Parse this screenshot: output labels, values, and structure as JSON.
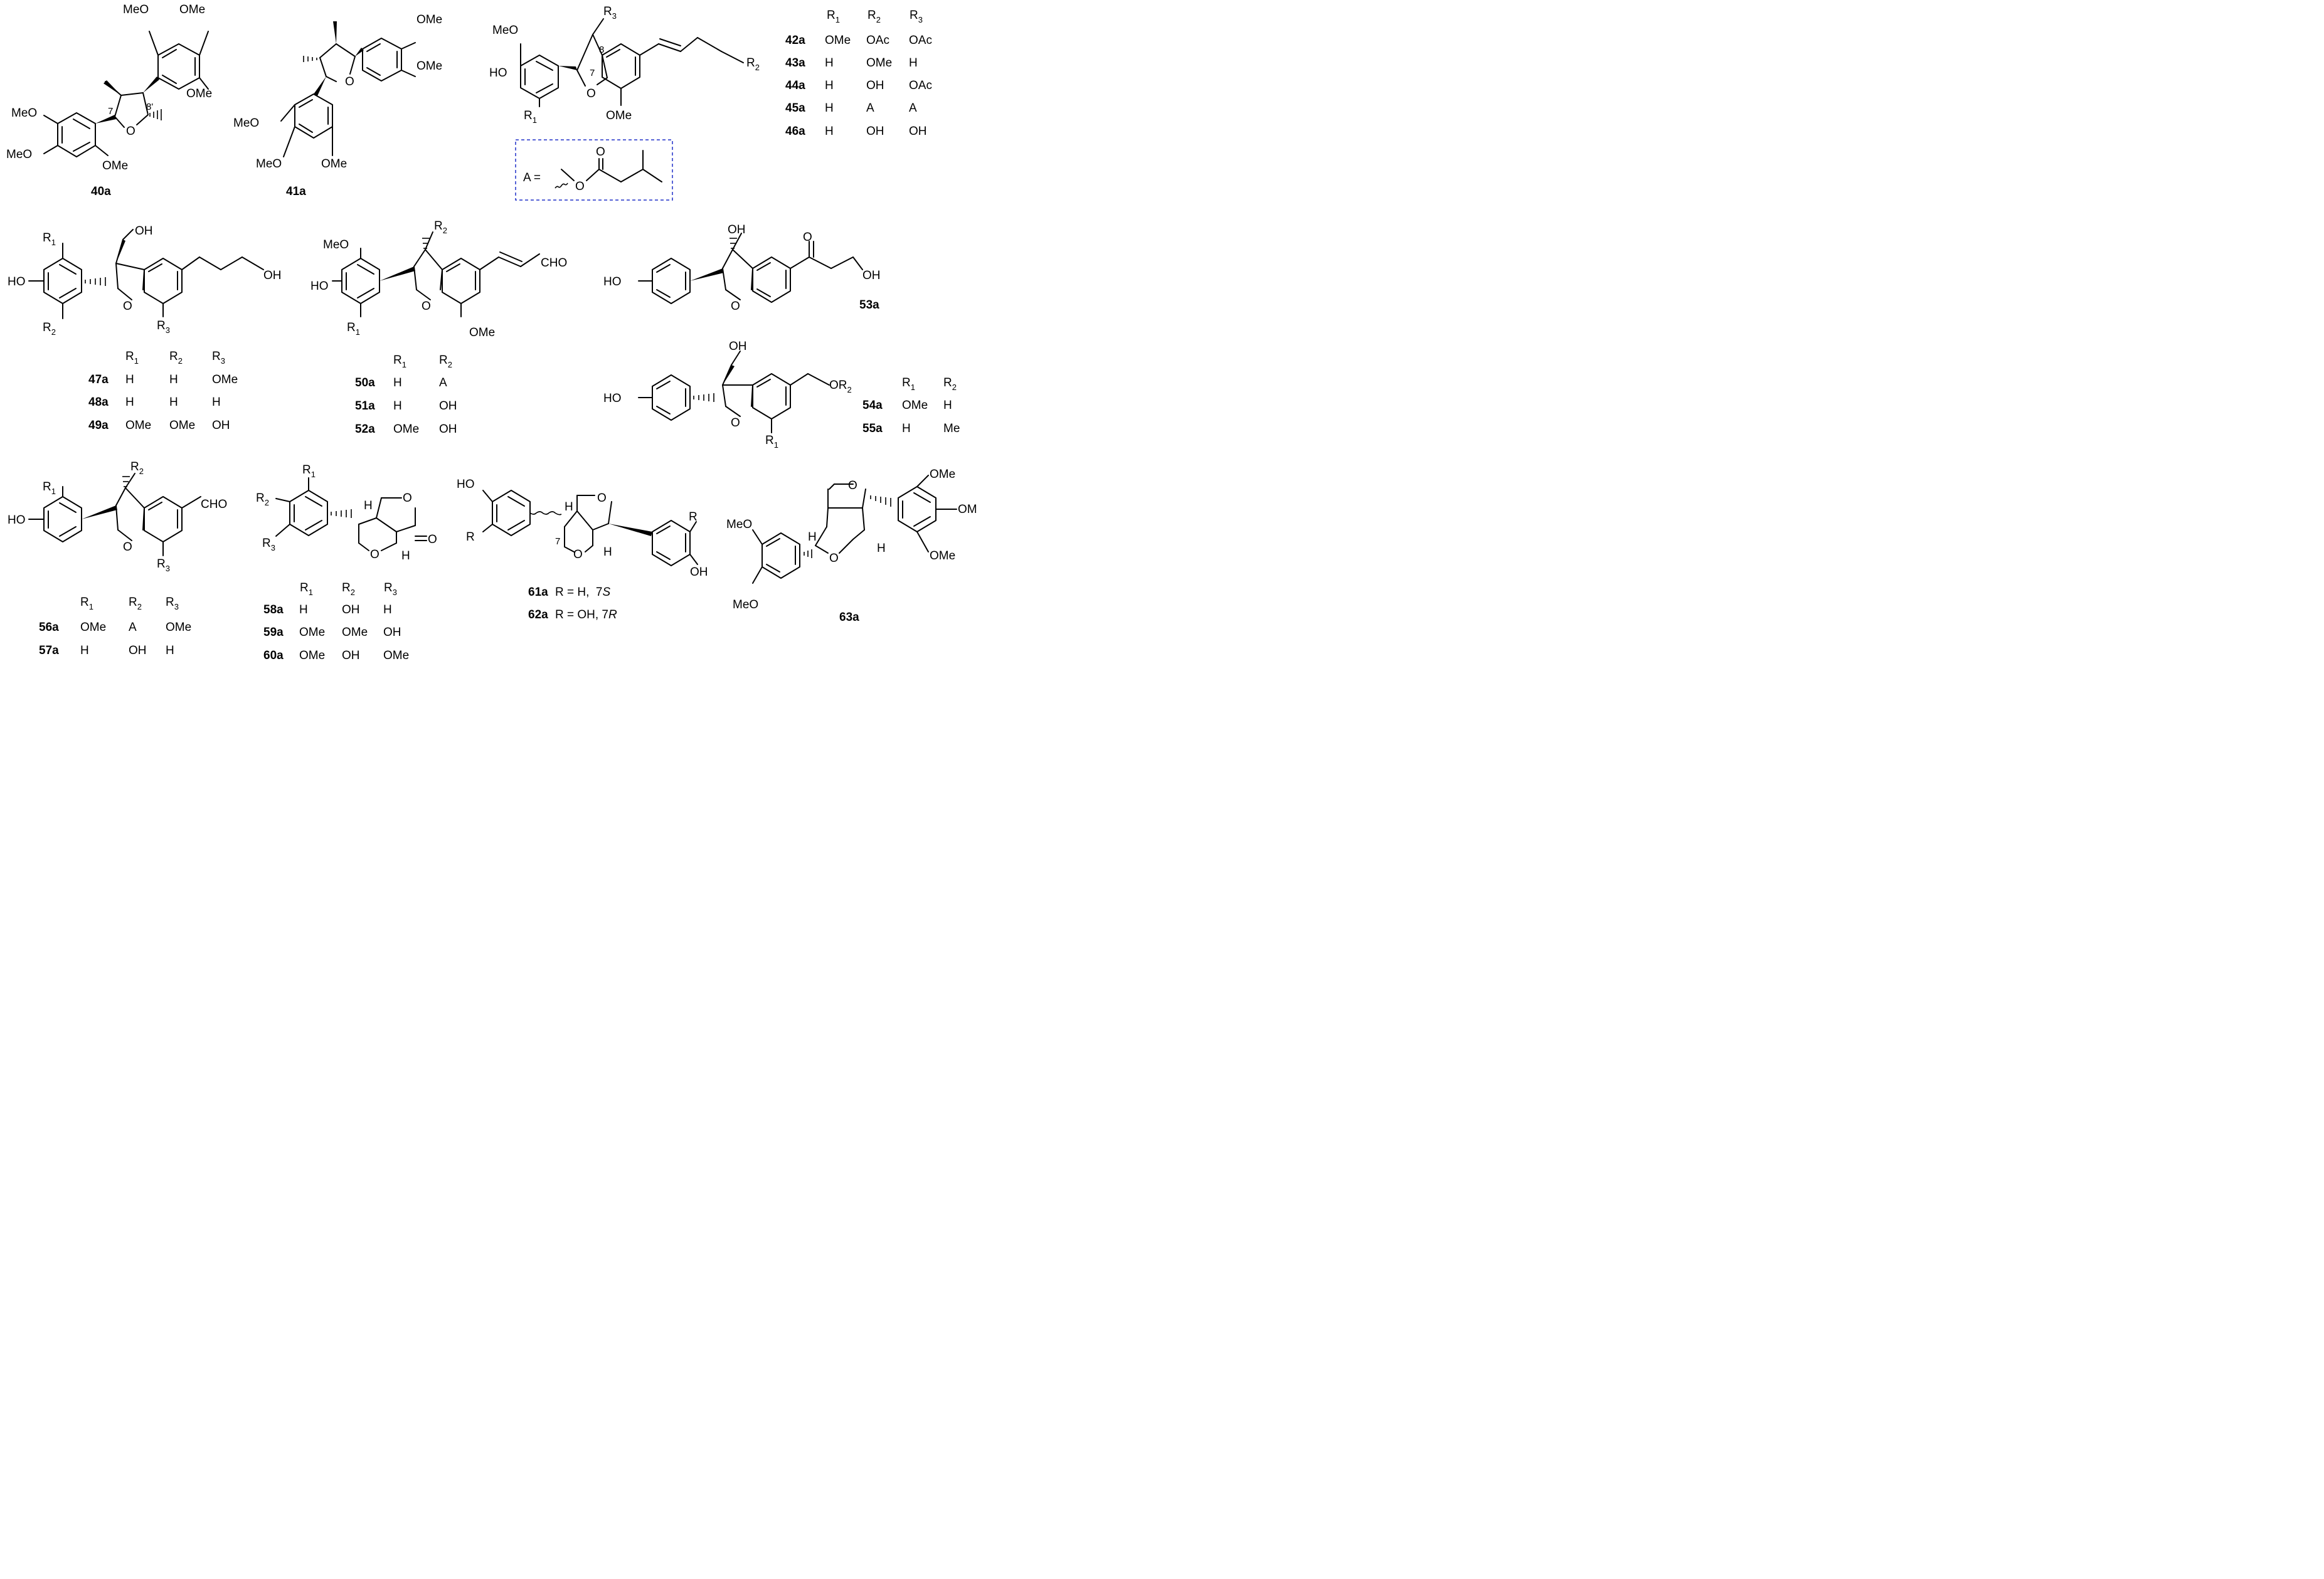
{
  "compounds": {
    "c40a": {
      "label": "40a",
      "atoms": {
        "meo_a": "MeO",
        "ome_a": "OMe",
        "ome_b": "OMe",
        "meo_b": "MeO",
        "meo_c": "MeO",
        "ome_c": "OMe",
        "o_ring": "O",
        "pos7": "7",
        "pos8p": "8'"
      }
    },
    "c41a": {
      "label": "41a",
      "atoms": {
        "ome_a": "OMe",
        "ome_b": "OMe",
        "o_ring": "O",
        "meo_a": "MeO",
        "meo_b": "MeO",
        "ome_c": "OMe"
      }
    },
    "c42_46": {
      "atoms": {
        "meo": "MeO",
        "ho": "HO",
        "r1": "R",
        "r2": "R",
        "r3": "R",
        "o_ring": "O",
        "ome": "OMe",
        "pos7": "7",
        "pos8": "8"
      },
      "table": {
        "headers": [
          "R",
          "R",
          "R"
        ],
        "header_subs": [
          "1",
          "2",
          "3"
        ],
        "rows": [
          {
            "label": "42a",
            "cells": [
              "OMe",
              "OAc",
              "OAc"
            ]
          },
          {
            "label": "43a",
            "cells": [
              "H",
              "OMe",
              "H"
            ]
          },
          {
            "label": "44a",
            "cells": [
              "H",
              "OH",
              "OAc"
            ]
          },
          {
            "label": "45a",
            "cells": [
              "H",
              "A",
              "A"
            ]
          },
          {
            "label": "46a",
            "cells": [
              "H",
              "OH",
              "OH"
            ]
          }
        ]
      }
    },
    "group_a": {
      "label": "A =",
      "o_carbonyl": "O",
      "o_ester": "O",
      "border_color": "#1f2ec8"
    },
    "c47_49": {
      "atoms": {
        "oh": "OH",
        "ho": "HO",
        "r1": "R",
        "r2": "R",
        "r3": "R",
        "o_ring": "O",
        "oh_chain": "OH"
      },
      "table": {
        "headers": [
          "R",
          "R",
          "R"
        ],
        "header_subs": [
          "1",
          "2",
          "3"
        ],
        "rows": [
          {
            "label": "47a",
            "cells": [
              "H",
              "H",
              "OMe"
            ]
          },
          {
            "label": "48a",
            "cells": [
              "H",
              "H",
              "H"
            ]
          },
          {
            "label": "49a",
            "cells": [
              "OMe",
              "OMe",
              "OH"
            ]
          }
        ]
      }
    },
    "c50_52": {
      "atoms": {
        "meo": "MeO",
        "ho": "HO",
        "r1": "R",
        "r2": "R",
        "o_ring": "O",
        "ome": "OMe",
        "cho": "CHO"
      },
      "table": {
        "headers": [
          "R",
          "R"
        ],
        "header_subs": [
          "1",
          "2"
        ],
        "rows": [
          {
            "label": "50a",
            "cells": [
              "H",
              "A"
            ]
          },
          {
            "label": "51a",
            "cells": [
              "H",
              "OH"
            ]
          },
          {
            "label": "52a",
            "cells": [
              "OMe",
              "OH"
            ]
          }
        ]
      }
    },
    "c53a": {
      "label": "53a",
      "atoms": {
        "oh": "OH",
        "ho": "HO",
        "o_ring": "O",
        "o_keto": "O",
        "oh_chain": "OH"
      }
    },
    "c54_55": {
      "atoms": {
        "oh": "OH",
        "ho": "HO",
        "o_ring": "O",
        "or2": "OR",
        "r1": "R"
      },
      "table": {
        "headers": [
          "R",
          "R"
        ],
        "header_subs": [
          "1",
          "2"
        ],
        "rows": [
          {
            "label": "54a",
            "cells": [
              "OMe",
              "H"
            ]
          },
          {
            "label": "55a",
            "cells": [
              "H",
              "Me"
            ]
          }
        ]
      }
    },
    "c56_57": {
      "atoms": {
        "r1": "R",
        "ho": "HO",
        "r2": "R",
        "o_ring": "O",
        "cho": "CHO",
        "r3": "R"
      },
      "table": {
        "headers": [
          "R",
          "R",
          "R"
        ],
        "header_subs": [
          "1",
          "2",
          "3"
        ],
        "rows": [
          {
            "label": "56a",
            "cells": [
              "OMe",
              "A",
              "OMe"
            ]
          },
          {
            "label": "57a",
            "cells": [
              "H",
              "OH",
              "H"
            ]
          }
        ]
      }
    },
    "c58_60": {
      "atoms": {
        "r1": "R",
        "r2": "R",
        "r3": "R",
        "h_top": "H",
        "h_bot": "H",
        "o_top": "O",
        "o_bot": "O",
        "o_keto": "O"
      },
      "table": {
        "headers": [
          "R",
          "R",
          "R"
        ],
        "header_subs": [
          "1",
          "2",
          "3"
        ],
        "rows": [
          {
            "label": "58a",
            "cells": [
              "H",
              "OH",
              "H"
            ]
          },
          {
            "label": "59a",
            "cells": [
              "OMe",
              "OMe",
              "OH"
            ]
          },
          {
            "label": "60a",
            "cells": [
              "OMe",
              "OH",
              "OMe"
            ]
          }
        ]
      }
    },
    "c61_62": {
      "atoms": {
        "ho": "HO",
        "r_left": "R",
        "r_right": "R",
        "o_top": "O",
        "o_bot": "O",
        "h_top": "H",
        "h_bot": "H",
        "oh": "OH",
        "pos7": "7"
      },
      "rows": [
        {
          "label": "61a",
          "text": "R = H,  7",
          "italic": "S"
        },
        {
          "label": "62a",
          "text": "R = OH, 7",
          "italic": "R"
        }
      ]
    },
    "c63a": {
      "label": "63a",
      "atoms": {
        "ome_top": "OMe",
        "om_right": "OM",
        "ome_bot": "OMe",
        "meo_top": "MeO",
        "meo_bot": "MeO",
        "o_top": "O",
        "o_bot": "O",
        "h_left": "H",
        "h_right": "H"
      }
    }
  }
}
